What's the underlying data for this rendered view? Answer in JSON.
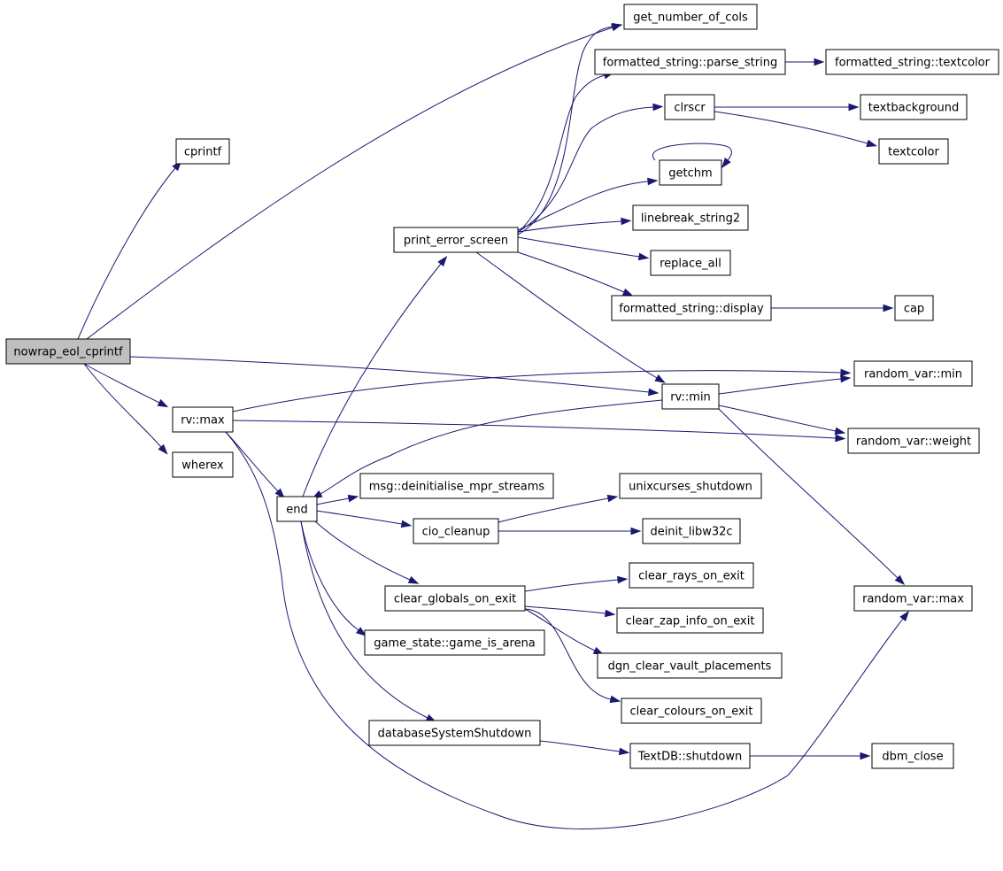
{
  "graph": {
    "type": "call-graph",
    "colors": {
      "edge": "#191970",
      "root_fill": "#bfbfbf",
      "node_fill": "#ffffff",
      "node_border": "#000000"
    },
    "nodes": [
      {
        "id": "nowrap_eol_cprintf",
        "label": "nowrap_eol_cprintf",
        "root": true
      },
      {
        "id": "cprintf",
        "label": "cprintf"
      },
      {
        "id": "get_number_of_cols",
        "label": "get_number_of_cols"
      },
      {
        "id": "rv_max",
        "label": "rv::max"
      },
      {
        "id": "wherex",
        "label": "wherex"
      },
      {
        "id": "random_var_min",
        "label": "random_var::min"
      },
      {
        "id": "random_var_weight",
        "label": "random_var::weight"
      },
      {
        "id": "end",
        "label": "end"
      },
      {
        "id": "random_var_max",
        "label": "random_var::max"
      },
      {
        "id": "print_error_screen",
        "label": "print_error_screen"
      },
      {
        "id": "fs_parse_string",
        "label": "formatted_string::parse_string"
      },
      {
        "id": "fs_textcolor",
        "label": "formatted_string::textcolor"
      },
      {
        "id": "clrscr",
        "label": "clrscr"
      },
      {
        "id": "textbackground",
        "label": "textbackground"
      },
      {
        "id": "textcolor",
        "label": "textcolor"
      },
      {
        "id": "getchm",
        "label": "getchm"
      },
      {
        "id": "linebreak_string2",
        "label": "linebreak_string2"
      },
      {
        "id": "replace_all",
        "label": "replace_all"
      },
      {
        "id": "fs_display",
        "label": "formatted_string::display"
      },
      {
        "id": "cap",
        "label": "cap"
      },
      {
        "id": "rv_min",
        "label": "rv::min"
      },
      {
        "id": "msg_deinit",
        "label": "msg::deinitialise_mpr_streams"
      },
      {
        "id": "cio_cleanup",
        "label": "cio_cleanup"
      },
      {
        "id": "unixcurses_shutdown",
        "label": "unixcurses_shutdown"
      },
      {
        "id": "deinit_libw32c",
        "label": "deinit_libw32c"
      },
      {
        "id": "clear_globals_on_exit",
        "label": "clear_globals_on_exit"
      },
      {
        "id": "clear_rays_on_exit",
        "label": "clear_rays_on_exit"
      },
      {
        "id": "clear_zap_info_on_exit",
        "label": "clear_zap_info_on_exit"
      },
      {
        "id": "dgn_clear_vault_placements",
        "label": "dgn_clear_vault_placements"
      },
      {
        "id": "clear_colours_on_exit",
        "label": "clear_colours_on_exit"
      },
      {
        "id": "game_is_arena",
        "label": "game_state::game_is_arena"
      },
      {
        "id": "databaseSystemShutdown",
        "label": "databaseSystemShutdown"
      },
      {
        "id": "textdb_shutdown",
        "label": "TextDB::shutdown"
      },
      {
        "id": "dbm_close",
        "label": "dbm_close"
      }
    ],
    "edges": [
      {
        "from": "nowrap_eol_cprintf",
        "to": "cprintf"
      },
      {
        "from": "nowrap_eol_cprintf",
        "to": "get_number_of_cols"
      },
      {
        "from": "nowrap_eol_cprintf",
        "to": "rv_max"
      },
      {
        "from": "nowrap_eol_cprintf",
        "to": "wherex"
      },
      {
        "from": "nowrap_eol_cprintf",
        "to": "rv_min"
      },
      {
        "from": "rv_max",
        "to": "random_var_min"
      },
      {
        "from": "rv_max",
        "to": "random_var_weight"
      },
      {
        "from": "rv_max",
        "to": "end"
      },
      {
        "from": "rv_max",
        "to": "random_var_max"
      },
      {
        "from": "end",
        "to": "print_error_screen"
      },
      {
        "from": "end",
        "to": "msg_deinit"
      },
      {
        "from": "end",
        "to": "cio_cleanup"
      },
      {
        "from": "end",
        "to": "clear_globals_on_exit"
      },
      {
        "from": "end",
        "to": "game_is_arena"
      },
      {
        "from": "end",
        "to": "databaseSystemShutdown"
      },
      {
        "from": "print_error_screen",
        "to": "get_number_of_cols"
      },
      {
        "from": "print_error_screen",
        "to": "fs_parse_string"
      },
      {
        "from": "print_error_screen",
        "to": "clrscr"
      },
      {
        "from": "print_error_screen",
        "to": "getchm"
      },
      {
        "from": "print_error_screen",
        "to": "linebreak_string2"
      },
      {
        "from": "print_error_screen",
        "to": "replace_all"
      },
      {
        "from": "print_error_screen",
        "to": "fs_display"
      },
      {
        "from": "print_error_screen",
        "to": "rv_min"
      },
      {
        "from": "fs_parse_string",
        "to": "fs_textcolor"
      },
      {
        "from": "clrscr",
        "to": "textbackground"
      },
      {
        "from": "clrscr",
        "to": "textcolor"
      },
      {
        "from": "getchm",
        "to": "getchm"
      },
      {
        "from": "fs_display",
        "to": "cap"
      },
      {
        "from": "rv_min",
        "to": "random_var_min"
      },
      {
        "from": "rv_min",
        "to": "random_var_weight"
      },
      {
        "from": "rv_min",
        "to": "random_var_max"
      },
      {
        "from": "rv_min",
        "to": "end"
      },
      {
        "from": "cio_cleanup",
        "to": "unixcurses_shutdown"
      },
      {
        "from": "cio_cleanup",
        "to": "deinit_libw32c"
      },
      {
        "from": "clear_globals_on_exit",
        "to": "clear_rays_on_exit"
      },
      {
        "from": "clear_globals_on_exit",
        "to": "clear_zap_info_on_exit"
      },
      {
        "from": "clear_globals_on_exit",
        "to": "dgn_clear_vault_placements"
      },
      {
        "from": "clear_globals_on_exit",
        "to": "clear_colours_on_exit"
      },
      {
        "from": "databaseSystemShutdown",
        "to": "textdb_shutdown"
      },
      {
        "from": "textdb_shutdown",
        "to": "dbm_close"
      }
    ]
  }
}
